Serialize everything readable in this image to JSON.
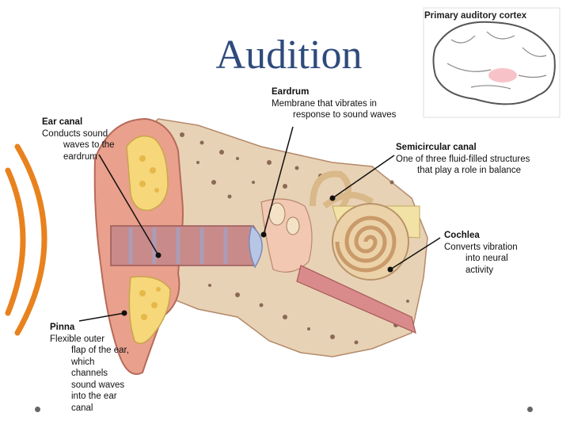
{
  "slide": {
    "title": "Audition",
    "inset_label": "Primary auditory cortex",
    "labels": {
      "ear_canal": {
        "heading": "Ear canal",
        "lines": [
          "Conducts sound",
          "waves to the",
          "eardrum"
        ]
      },
      "eardrum": {
        "heading": "Eardrum",
        "lines": [
          "Membrane that vibrates in",
          "response to sound waves"
        ]
      },
      "semicircular": {
        "heading": "Semicircular canal",
        "lines": [
          "One of three fluid-filled structures",
          "that play a role in balance"
        ]
      },
      "cochlea": {
        "heading": "Cochlea",
        "lines": [
          "Converts vibration",
          "into neural",
          "activity"
        ]
      },
      "pinna": {
        "heading": "Pinna",
        "lines": [
          "Flexible outer",
          "flap of the ear,",
          "which",
          "channels",
          "sound waves",
          "into the ear",
          "canal"
        ]
      }
    }
  },
  "colors": {
    "title": "#2f4b7c",
    "sound_arcs": "#e8821e",
    "cartilage": "#f6d77a",
    "skin": "#e9a08c",
    "canal": "#c98a8a",
    "bone": "#e8d2b5"
  }
}
